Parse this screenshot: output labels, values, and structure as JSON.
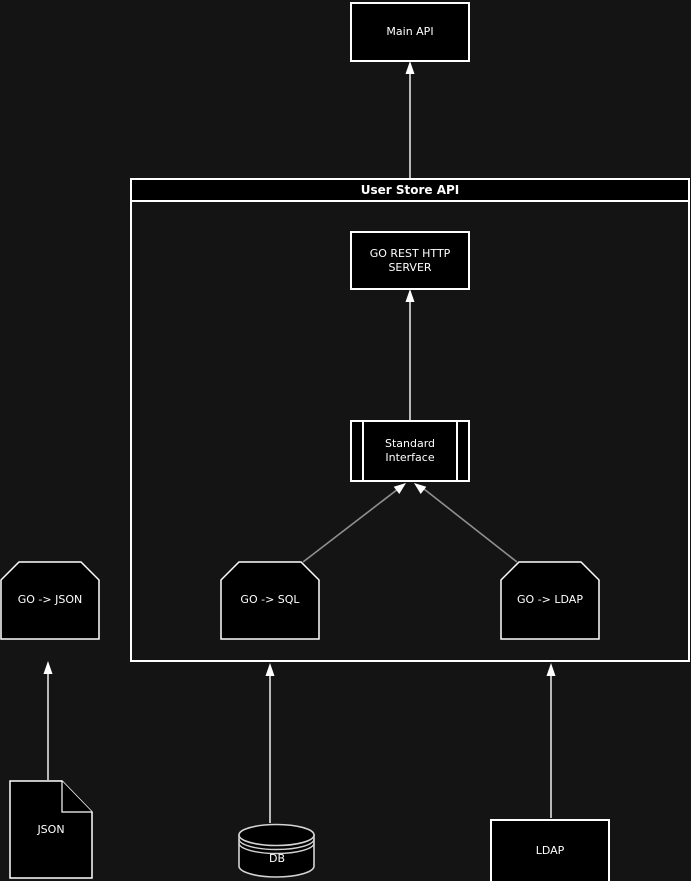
{
  "colors": {
    "background": "#141414",
    "node_fill": "#000000",
    "node_border": "#ffffff",
    "edge_white": "#ffffff",
    "edge_gray": "#8f8f8f"
  },
  "nodes": {
    "main_api": {
      "label": "Main API"
    },
    "user_store": {
      "title": "User Store API"
    },
    "go_rest": {
      "line1": "GO REST HTTP",
      "line2": "SERVER"
    },
    "standard_interface": {
      "line1": "Standard",
      "line2": "Interface"
    },
    "go_json": {
      "label": "GO -> JSON"
    },
    "go_sql": {
      "label": "GO -> SQL"
    },
    "go_ldap": {
      "label": "GO -> LDAP"
    },
    "json_doc": {
      "label": "JSON"
    },
    "db": {
      "label": "DB"
    },
    "ldap": {
      "label": "LDAP"
    }
  }
}
